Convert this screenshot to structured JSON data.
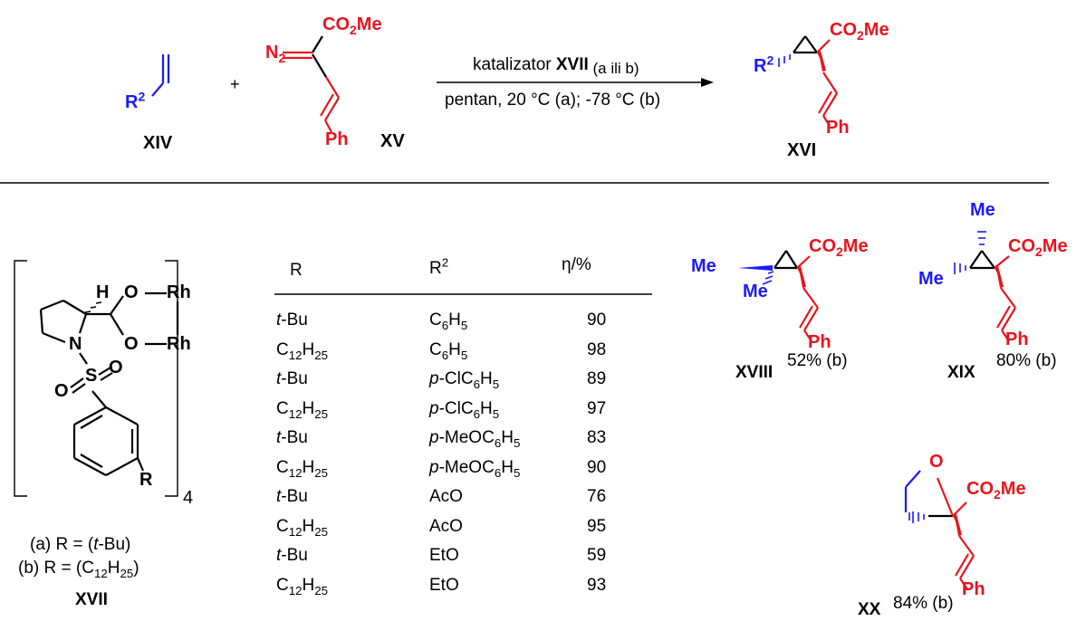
{
  "reaction": {
    "r2": "R",
    "r2_sup": "2",
    "label_alkene": "XIV",
    "plus": "+",
    "n2": "N",
    "n2_sub": "2",
    "co2me_top": "CO",
    "co2me_top_sub": "2",
    "co2me_top_tail": "Me",
    "ph_top": "Ph",
    "label_diazo": "XV",
    "arrow_top_main": "katalizator ",
    "arrow_top_bold": "XVII",
    "arrow_top_tail": " (a ili b)",
    "arrow_bottom": "pentan, 20 °C (a); -78 °C (b)",
    "prod_r2": "R",
    "prod_r2_sup": "2",
    "prod_co2me": "CO",
    "prod_co2me_sub": "2",
    "prod_co2me_tail": "Me",
    "prod_ph": "Ph",
    "label_product": "XVI"
  },
  "catalyst": {
    "h": "H",
    "o1": "O",
    "o2": "O",
    "rh1": "Rh",
    "rh2": "Rh",
    "n": "N",
    "s": "S",
    "so_o1": "O",
    "so_o2": "O",
    "r": "R",
    "subscript_4": "4",
    "option_a": "(a) R = (t-Bu)",
    "option_b": "(b) R = (C12H25)",
    "label": "XVII"
  },
  "table": {
    "headers": {
      "r": "R",
      "r2": "R",
      "r2_sup": "2",
      "yield": "η/%"
    },
    "rows": [
      {
        "r": "t-Bu",
        "r2": "C6H5",
        "yield": "90"
      },
      {
        "r": "C12H25",
        "r2": "C6H5",
        "yield": "98"
      },
      {
        "r": "t-Bu",
        "r2": "p-ClC6H5",
        "yield": "89"
      },
      {
        "r": "C12H25",
        "r2": "p-ClC6H5",
        "yield": "97"
      },
      {
        "r": "t-Bu",
        "r2": "p-MeOC6H5",
        "yield": "83"
      },
      {
        "r": "C12H25",
        "r2": "p-MeOC6H5",
        "yield": "90"
      },
      {
        "r": "t-Bu",
        "r2": "AcO",
        "yield": "76"
      },
      {
        "r": "C12H25",
        "r2": "AcO",
        "yield": "95"
      },
      {
        "r": "t-Bu",
        "r2": "EtO",
        "yield": "59"
      },
      {
        "r": "C12H25",
        "r2": "EtO",
        "yield": "93"
      }
    ]
  },
  "products": [
    {
      "label": "XVIII",
      "yield": "52% (b)",
      "me1": "Me",
      "me2": "Me",
      "co2me": "CO",
      "co2me_sub": "2",
      "co2me_tail": "Me",
      "ph": "Ph"
    },
    {
      "label": "XIX",
      "yield": "80% (b)",
      "me1": "Me",
      "me2": "Me",
      "co2me": "CO",
      "co2me_sub": "2",
      "co2me_tail": "Me",
      "ph": "Ph"
    },
    {
      "label": "XX",
      "yield": "84% (b)",
      "o": "O",
      "co2me": "CO",
      "co2me_sub": "2",
      "co2me_tail": "Me",
      "ph": "Ph"
    }
  ],
  "colors": {
    "red": "#e8141e",
    "blue": "#1a1aff",
    "black": "#000000"
  }
}
